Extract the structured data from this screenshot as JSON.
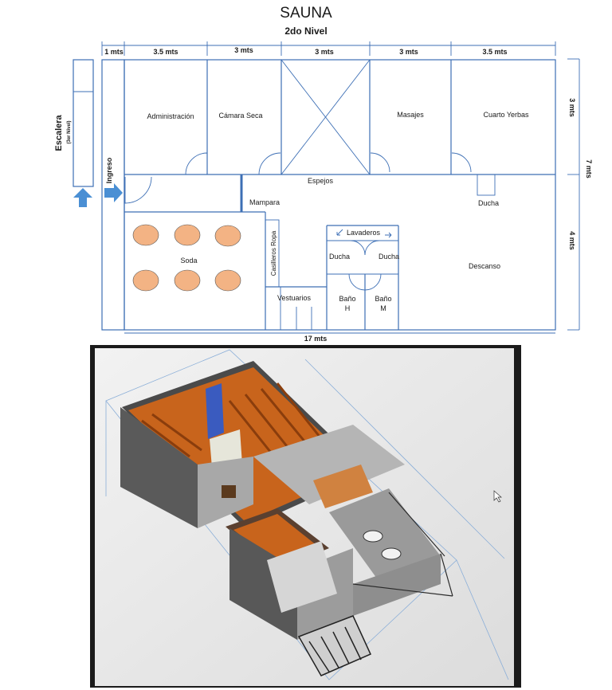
{
  "plan": {
    "title": "SAUNA",
    "subtitle": "2do Nivel",
    "dims_top": [
      "1 mts",
      "3.5 mts",
      "3 mts",
      "3 mts",
      "3 mts",
      "3.5 mts"
    ],
    "dim_bottom": "17 mts",
    "dims_right": [
      "3 mts",
      "4 mts"
    ],
    "dim_total_right": "7 mts",
    "stair_label": "Escalera",
    "stair_sub": "(3er Nivel)",
    "ingreso": "Ingreso",
    "rooms": {
      "administracion": "Administración",
      "camara_seca": "Cámara Seca",
      "masajes": "Masajes",
      "cuarto_yerbas": "Cuarto Yerbas",
      "espejos": "Espejos",
      "mampara": "Mampara",
      "ducha_right": "Ducha",
      "lavaderos": "Lavaderos",
      "ducha_left": "Ducha",
      "ducha_mid": "Ducha",
      "descanso": "Descanso",
      "soda": "Soda",
      "casilleros": "Casilleros Ropa",
      "vestuarios": "Vestuarios",
      "bano_h_1": "Baño",
      "bano_h_2": "H",
      "bano_m_1": "Baño",
      "bano_m_2": "M"
    },
    "table_color": "#f3b384",
    "wall_color": "#3d6fb5",
    "arrow_color": "#4a8fd4"
  },
  "render": {
    "wood_color": "#c8641c",
    "wall_color": "#a5a5a5",
    "background": "#ececec"
  }
}
